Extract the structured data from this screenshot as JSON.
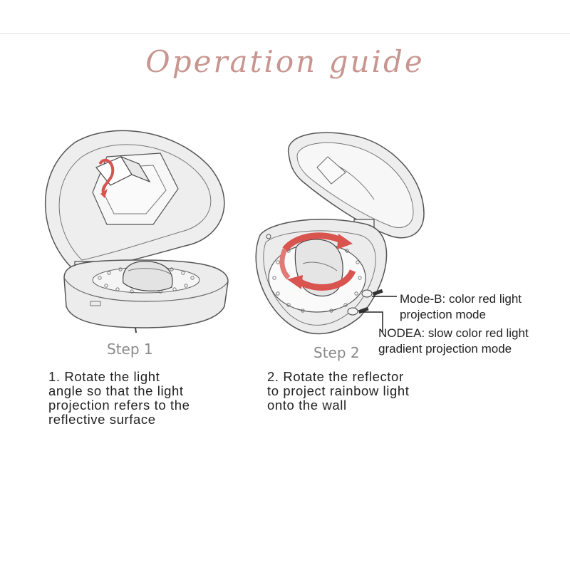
{
  "title": "Operation guide",
  "step1": {
    "label": "Step 1",
    "lines": [
      "1. Rotate the light",
      "angle so that the light",
      "projection refers to the",
      "reflective surface"
    ]
  },
  "step2": {
    "label": "Step 2",
    "lines": [
      "2. Rotate the reflector",
      "to project rainbow light",
      "onto the wall"
    ]
  },
  "modes": {
    "mode_b": [
      "Mode-B: color red light",
      "projection mode"
    ],
    "mode_a": [
      "NODEA: slow color red light",
      "gradient projection mode"
    ]
  },
  "colors": {
    "title": "#c8958f",
    "arrow": "#d9534f"
  }
}
